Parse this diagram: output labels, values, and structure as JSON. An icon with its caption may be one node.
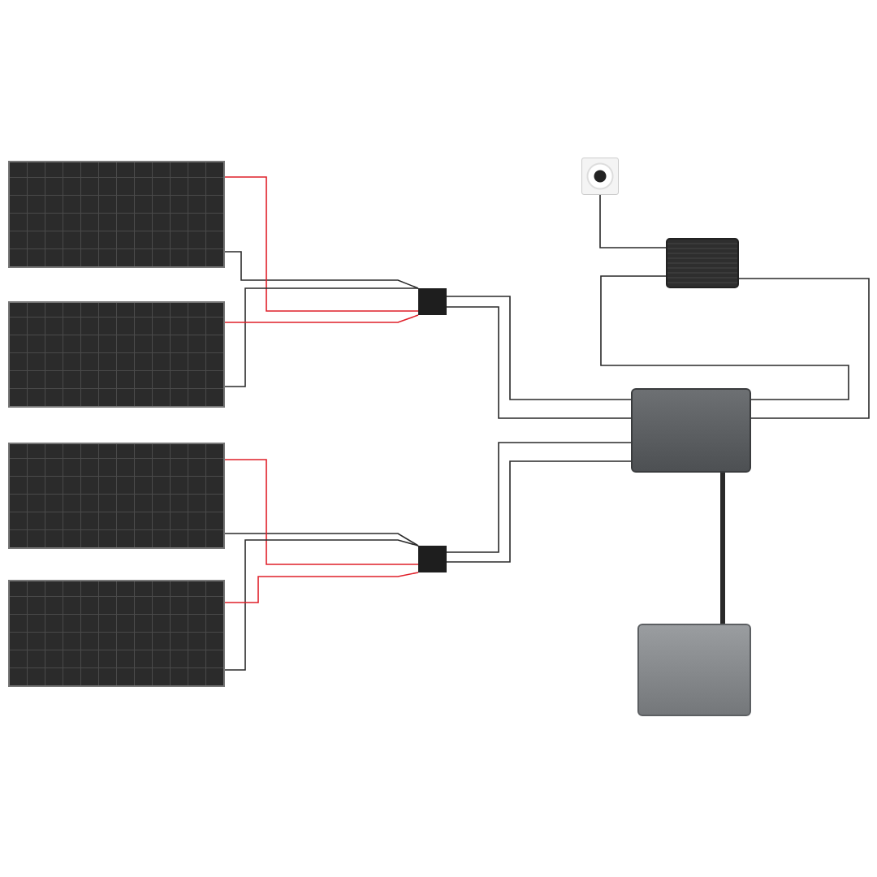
{
  "diagram": {
    "nodes": [
      {
        "text": [],
        "shape": "box"
      },
      {
        "text": [],
        "shape": "box"
      },
      {
        "text": [],
        "shape": "box"
      },
      {
        "text": [],
        "shape": "box"
      },
      {
        "text": [],
        "shape": "box"
      },
      {
        "text": [],
        "shape": "box"
      },
      {
        "text": [],
        "shape": "picture"
      },
      {
        "text": [],
        "shape": "picture"
      },
      {
        "text": [],
        "shape": "picture"
      },
      {
        "text": [],
        "shape": "picture"
      }
    ],
    "edges": [
      {
        "from": 0,
        "to": 4,
        "arrow": "none"
      },
      {
        "from": 0,
        "to": 4,
        "arrow": "none",
        "color": "#e0202a"
      },
      {
        "from": 1,
        "to": 4,
        "arrow": "none"
      },
      {
        "from": 1,
        "to": 4,
        "arrow": "none",
        "color": "#e0202a"
      },
      {
        "from": 2,
        "to": 5,
        "arrow": "none"
      },
      {
        "from": 2,
        "to": 5,
        "arrow": "none",
        "color": "#e0202a"
      },
      {
        "from": 3,
        "to": 5,
        "arrow": "none"
      },
      {
        "from": 3,
        "to": 5,
        "arrow": "none",
        "color": "#e0202a"
      },
      {
        "from": 4,
        "to": 6,
        "arrow": "none"
      },
      {
        "from": 4,
        "to": 6,
        "arrow": "none"
      },
      {
        "from": 5,
        "to": 6,
        "arrow": "none"
      },
      {
        "from": 5,
        "to": 6,
        "arrow": "none"
      },
      {
        "from": 6,
        "to": 7,
        "arrow": "none"
      },
      {
        "from": 6,
        "to": 7,
        "arrow": "none"
      },
      {
        "from": 7,
        "to": 8,
        "arrow": "none"
      },
      {
        "from": 6,
        "to": 9,
        "arrow": "none",
        "style": "thick"
      }
    ]
  }
}
